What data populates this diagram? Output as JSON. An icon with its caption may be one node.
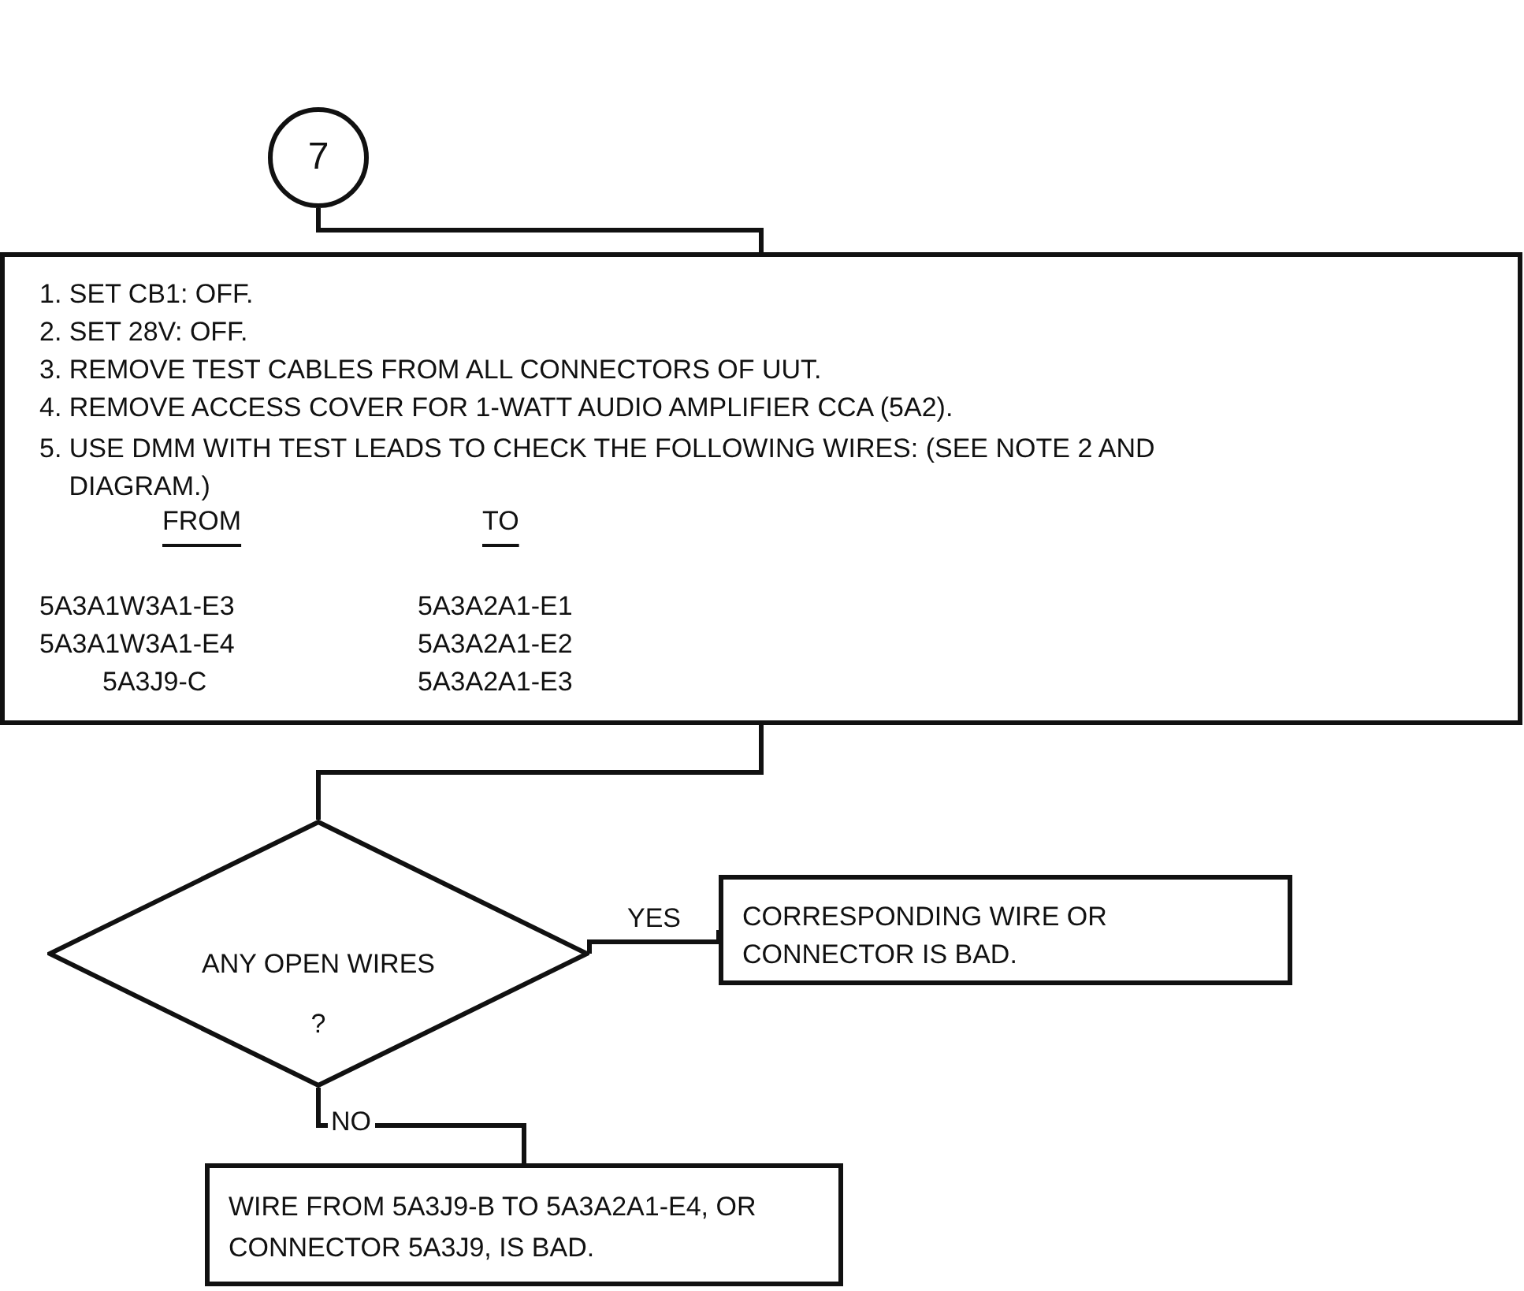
{
  "diagram": {
    "nodes": [
      {
        "text": [
          "7"
        ]
      },
      {
        "text": [
          "1. SET CB1:  OFF.",
          "2. SET 28V:  OFF.",
          "3. REMOVE TEST CABLES FROM ALL CONNECTORS OF UUT.",
          "4. REMOVE ACCESS COVER FOR 1-WATT AUDIO AMPLIFIER CCA (5A2).",
          "5. USE DMM WITH TEST LEADS TO CHECK THE FOLLOWING WIRES: (SEE NOTE 2 AND DIAGRAM.)",
          "FROM",
          "TO",
          "5A3A1W3A1-E3",
          "5A3A2A1-E1",
          "5A3A1W3A1-E4",
          "5A3A2A1-E2",
          "5A3J9-C",
          "5A3A2A1-E3"
        ]
      },
      {
        "text": [
          "ANY OPEN WIRES",
          "?"
        ]
      },
      {
        "text": [
          "CORRESPONDING WIRE OR CONNECTOR IS BAD."
        ]
      },
      {
        "text": [
          "WIRE FROM 5A3J9-B TO 5A3A2A1-E4, OR CONNECTOR 5A3J9, IS BAD."
        ]
      }
    ],
    "edges": [
      {
        "from": 0,
        "to": 1,
        "arrow": "none"
      },
      {
        "from": 1,
        "to": 2,
        "arrow": "none"
      },
      {
        "from": 2,
        "to": 3,
        "arrow": "none",
        "label": "YES"
      },
      {
        "from": 2,
        "to": 4,
        "arrow": "none",
        "label": "NO"
      }
    ]
  }
}
